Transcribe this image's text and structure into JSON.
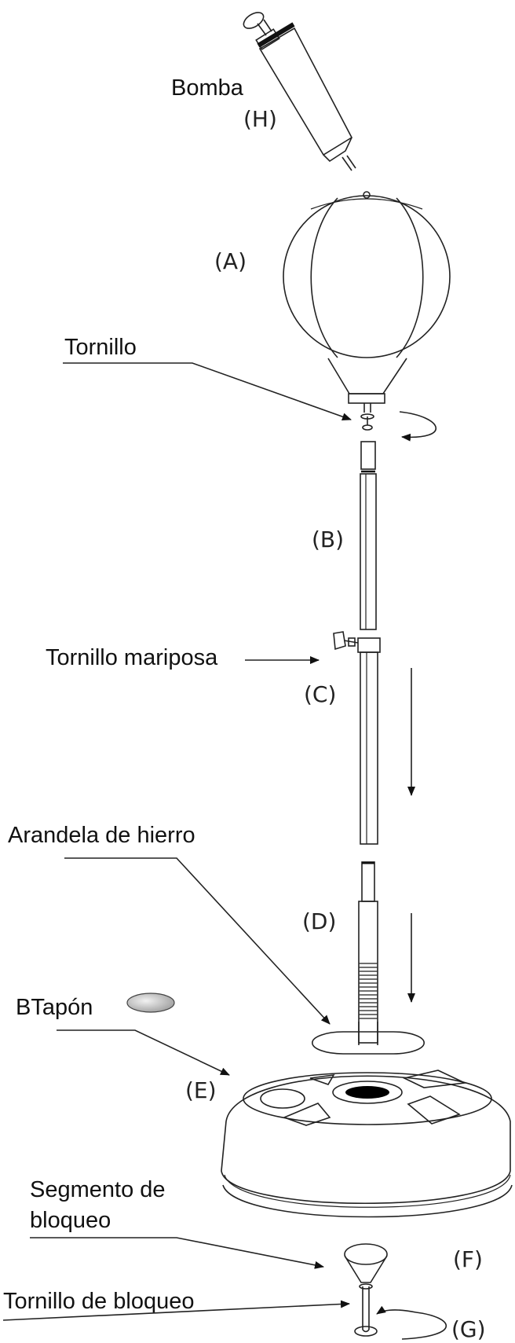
{
  "labels": {
    "pump": "Bomba",
    "screw": "Tornillo",
    "wing_screw": "Tornillo mariposa",
    "iron_washer": "Arandela de hierro",
    "plug": "BTapón",
    "lock_segment_line1": "Segmento de",
    "lock_segment_line2": "bloqueo",
    "lock_screw": "Tornillo de bloqueo"
  },
  "parts": {
    "H": "(H)",
    "A": "(A)",
    "B": "(B)",
    "C": "(C)",
    "D": "(D)",
    "E": "(E)",
    "F": "(F)",
    "G": "(G)"
  },
  "colors": {
    "line": "#222222",
    "plug_fill": "#c8c8c8",
    "hole_fill": "#000000"
  }
}
